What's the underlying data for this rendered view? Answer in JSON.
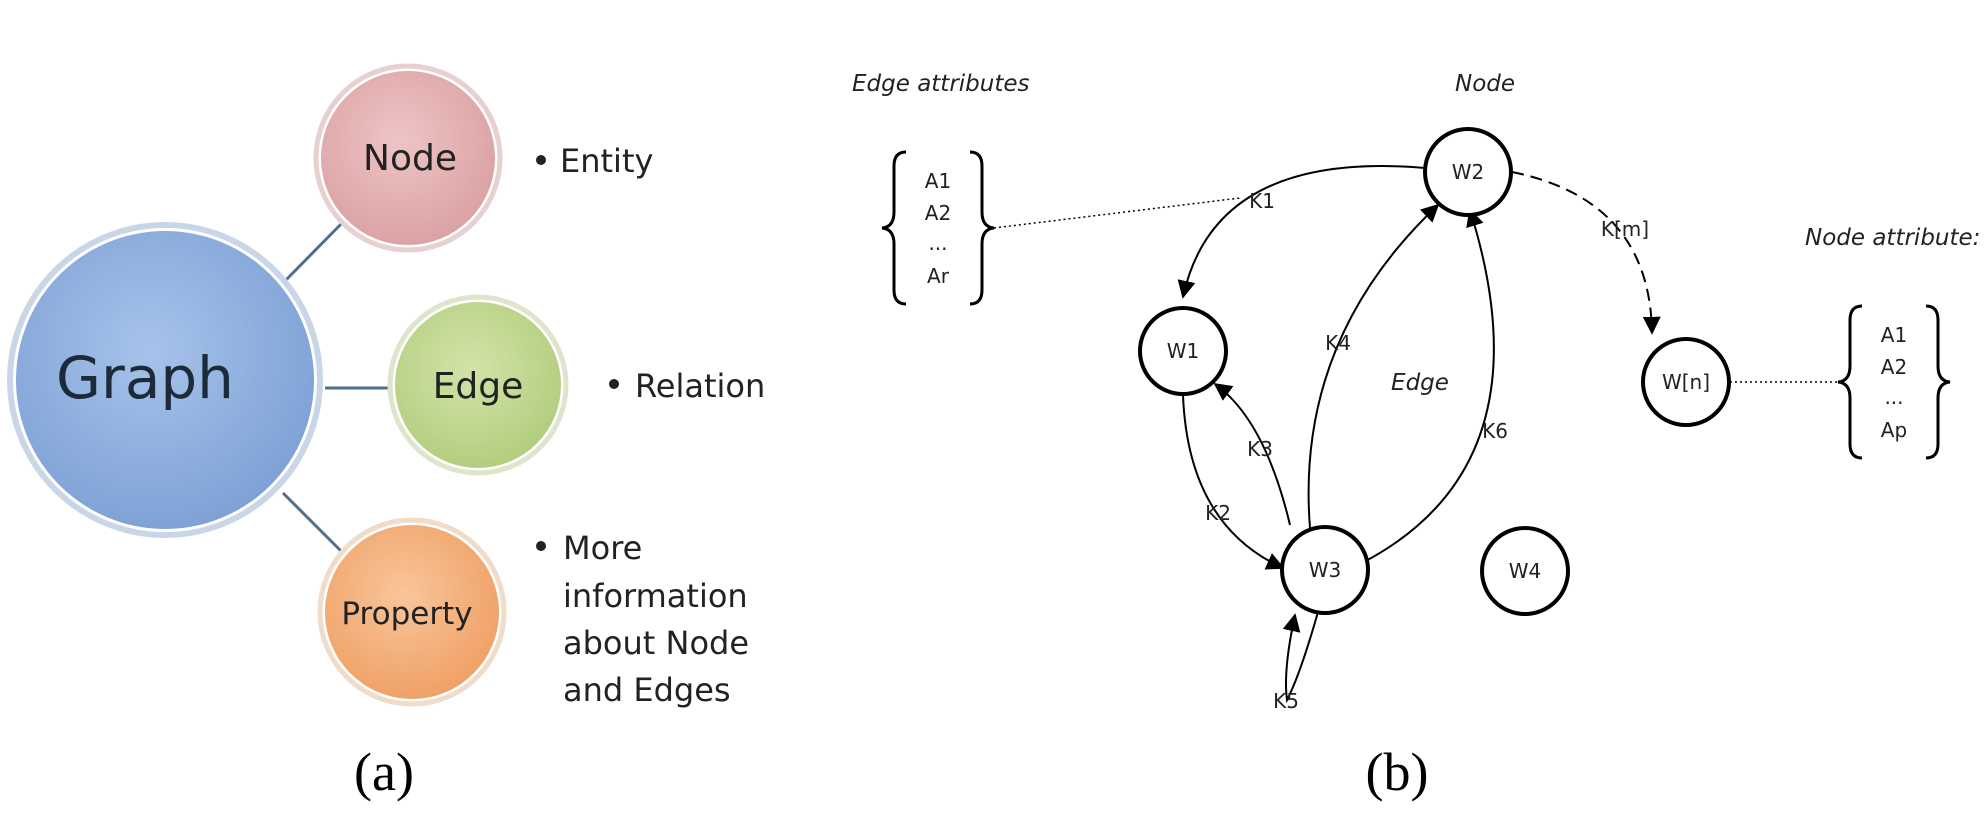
{
  "panel_a": {
    "center": {
      "label": "Graph",
      "color": "#8fb0de"
    },
    "branches": [
      {
        "label": "Node",
        "color": "#e5b1b3",
        "description": [
          "Entity"
        ]
      },
      {
        "label": "Edge",
        "color": "#c1d88f",
        "description": [
          "Relation"
        ]
      },
      {
        "label": "Property",
        "color": "#f5b27c",
        "description": [
          "More",
          "information",
          "about Node",
          "and Edges"
        ]
      }
    ],
    "caption": "(a)"
  },
  "panel_b": {
    "edge_attributes": {
      "title": "Edge attributes",
      "items": [
        "A1",
        "A2",
        "...",
        "Ar"
      ]
    },
    "node_attributes": {
      "title": "Node attribute:",
      "items": [
        "A1",
        "A2",
        "...",
        "Ap"
      ]
    },
    "node_title": "Node",
    "edge_title": "Edge",
    "nodes": [
      "W1",
      "W2",
      "W3",
      "W4",
      "W[n]"
    ],
    "edges": [
      {
        "label": "K1",
        "from": "W2",
        "to": "W1"
      },
      {
        "label": "K2",
        "from": "W1",
        "to": "W3"
      },
      {
        "label": "K3",
        "from": "W3",
        "to": "W1"
      },
      {
        "label": "K4",
        "from": "W3",
        "to": "W2"
      },
      {
        "label": "K5",
        "from": "W3",
        "to": "W3"
      },
      {
        "label": "K6",
        "from": "W3",
        "to": "W2"
      },
      {
        "label": "K[m]",
        "from": "W2",
        "to": "W[n]",
        "style": "dashed"
      }
    ],
    "caption": "(b)"
  }
}
